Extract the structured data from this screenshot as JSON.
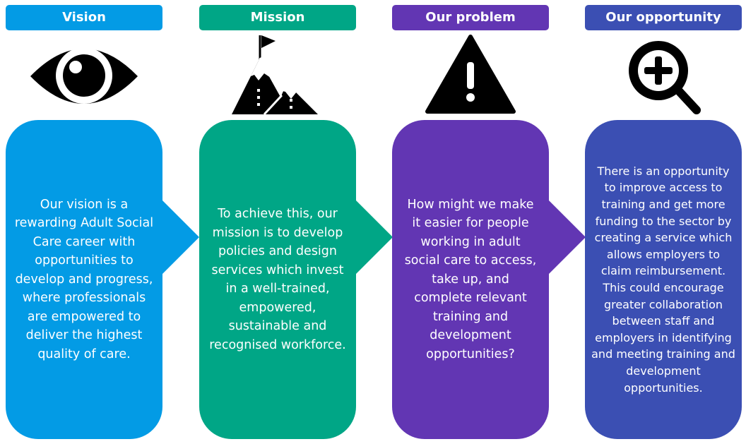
{
  "columns": [
    {
      "title": "Vision",
      "color": "#039be5",
      "icon": "eye-icon",
      "text": "Our vision is a rewarding Adult Social Care career with opportunities to develop and progress, where professionals are empowered to deliver the highest quality of care."
    },
    {
      "title": "Mission",
      "color": "#00a686",
      "icon": "mountain-flag-icon",
      "text": "To achieve this, our mission is to develop policies and design services which invest in a well-trained, empowered, sustainable and recognised workforce."
    },
    {
      "title": "Our problem",
      "color": "#6236b3",
      "icon": "warning-icon",
      "text": "How might we make it easier for people working in adult social care to access, take up, and complete relevant training and development opportunities?"
    },
    {
      "title": "Our opportunity",
      "color": "#3b4fb3",
      "icon": "zoom-in-icon",
      "text": "There is an opportunity to improve access to training and get more funding to the sector by creating a service which allows employers to claim reimbursement. This could encourage greater collaboration between staff and employers in identifying and meeting training and development opportunities."
    }
  ]
}
